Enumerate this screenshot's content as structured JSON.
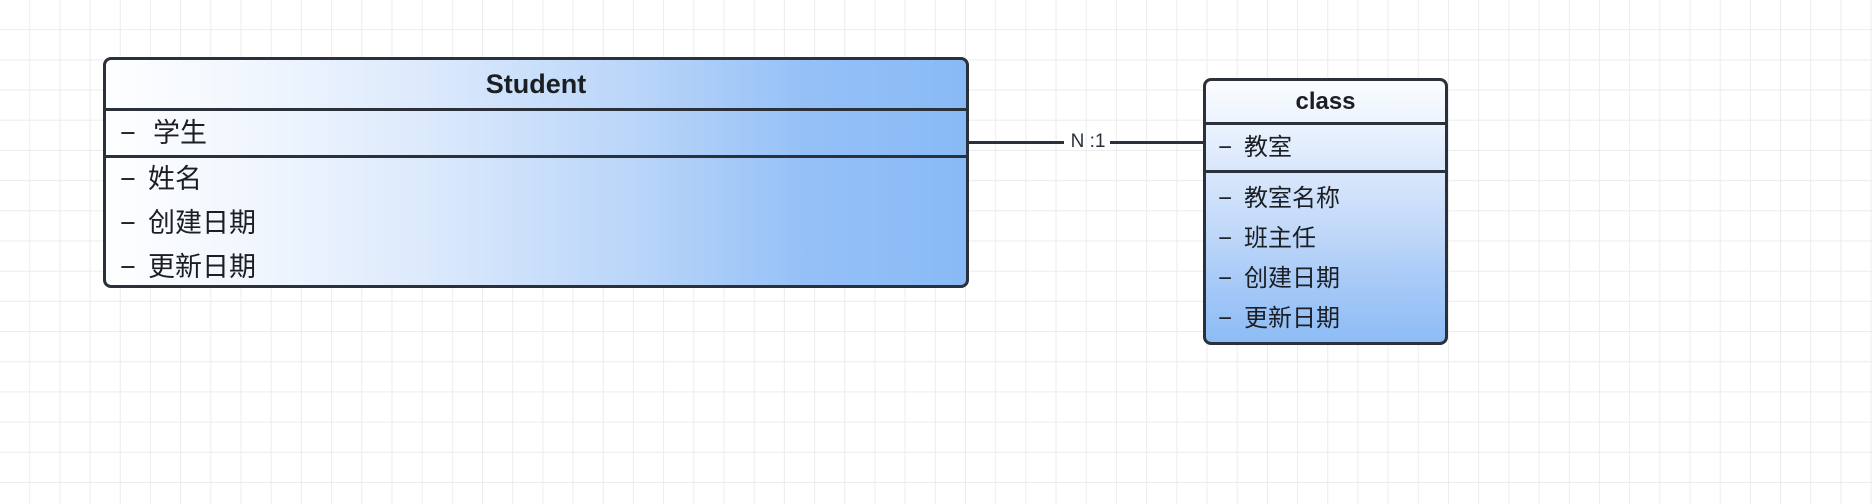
{
  "diagram": {
    "type": "uml-class-diagram",
    "background": {
      "color": "#ffffff",
      "grid": true,
      "grid_color": "#ececec",
      "grid_size": 30
    },
    "stroke_color": "#2a313a",
    "text_color": "#1b1f24",
    "accent_color": "#89baf6"
  },
  "entities": [
    {
      "id": "student",
      "title": "Student",
      "key_compartment": [
        {
          "visibility": "−",
          "name": "学生"
        }
      ],
      "attributes": [
        {
          "visibility": "−",
          "name": "姓名"
        },
        {
          "visibility": "−",
          "name": "创建日期"
        },
        {
          "visibility": "−",
          "name": "更新日期"
        }
      ]
    },
    {
      "id": "class",
      "title": "class",
      "key_compartment": [
        {
          "visibility": "−",
          "name": "教室"
        }
      ],
      "attributes": [
        {
          "visibility": "−",
          "name": "教室名称"
        },
        {
          "visibility": "−",
          "name": "班主任"
        },
        {
          "visibility": "−",
          "name": "创建日期"
        },
        {
          "visibility": "−",
          "name": "更新日期"
        }
      ]
    }
  ],
  "relationship": {
    "from": "student",
    "to": "class",
    "label": "N :1",
    "style": "solid-line"
  }
}
